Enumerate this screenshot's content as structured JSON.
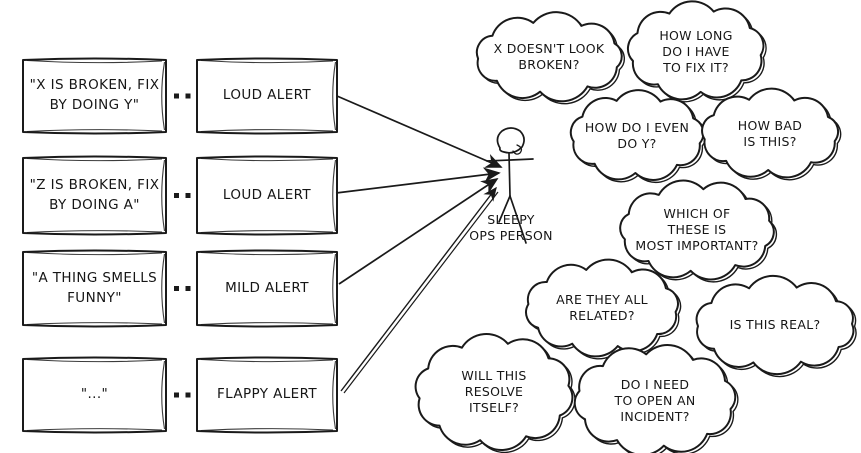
{
  "diagram": {
    "title": "alerts-vs-sleepy-ops-person",
    "alerts": [
      {
        "message": "\"X IS BROKEN, FIX\nBY DOING Y\"",
        "alert_type": "LOUD ALERT"
      },
      {
        "message": "\"Z IS BROKEN, FIX\nBY DOING A\"",
        "alert_type": "LOUD ALERT"
      },
      {
        "message": "\"A THING SMELLS\nFUNNY\"",
        "alert_type": "MILD ALERT"
      },
      {
        "message": "\"...\"",
        "alert_type": "FLAPPY ALERT"
      }
    ],
    "person": {
      "label": "SLEEPY\nOPS PERSON"
    },
    "thoughts": [
      {
        "text": "X DOESN'T LOOK\nBROKEN?"
      },
      {
        "text": "HOW LONG\nDO I HAVE\nTO FIX IT?"
      },
      {
        "text": "HOW DO I EVEN\nDO Y?"
      },
      {
        "text": "HOW BAD\nIS THIS?"
      },
      {
        "text": "WHICH OF\nTHESE IS\nMOST IMPORTANT?"
      },
      {
        "text": "ARE THEY ALL\nRELATED?"
      },
      {
        "text": "IS THIS REAL?"
      },
      {
        "text": "WILL THIS\nRESOLVE\nITSELF?"
      },
      {
        "text": "DO I NEED\nTO OPEN AN\nINCIDENT?"
      }
    ],
    "colors": {
      "ink": "#1a1a1a",
      "background": "#ffffff"
    }
  }
}
